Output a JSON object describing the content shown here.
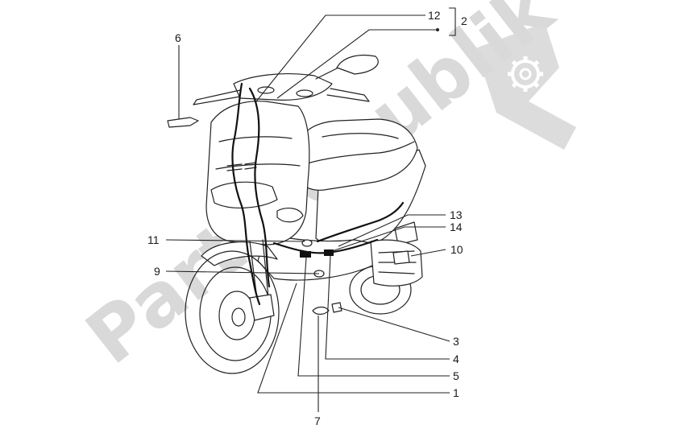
{
  "watermark": {
    "text": "Partsrepublik",
    "icon": "gear-icon"
  },
  "callouts": [
    {
      "id": "12",
      "label": "12"
    },
    {
      "id": "2",
      "label": "2"
    },
    {
      "id": "6",
      "label": "6"
    },
    {
      "id": "13",
      "label": "13"
    },
    {
      "id": "14",
      "label": "14"
    },
    {
      "id": "11",
      "label": "11"
    },
    {
      "id": "10",
      "label": "10"
    },
    {
      "id": "9",
      "label": "9"
    },
    {
      "id": "3",
      "label": "3"
    },
    {
      "id": "4",
      "label": "4"
    },
    {
      "id": "5",
      "label": "5"
    },
    {
      "id": "1",
      "label": "1"
    },
    {
      "id": "7",
      "label": "7"
    }
  ]
}
